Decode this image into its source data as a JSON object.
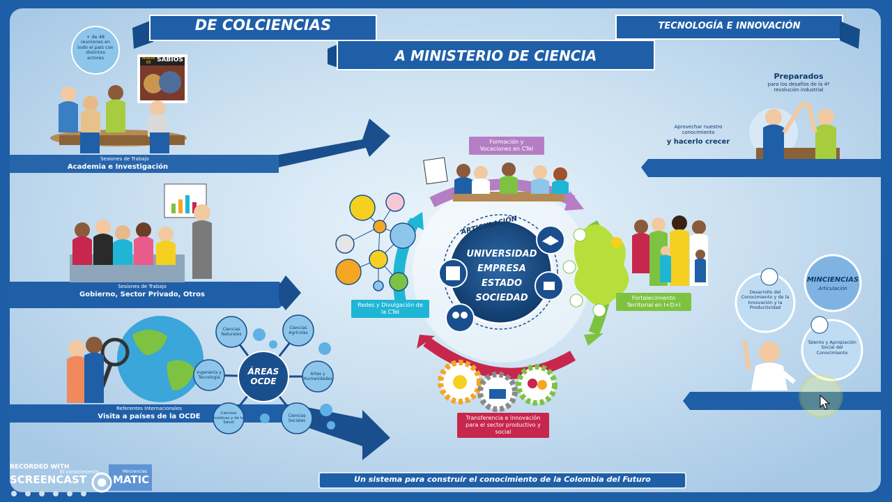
{
  "banners": {
    "top_left": "DE COLCIENCIAS",
    "top_center": "A MINISTERIO DE CIENCIA",
    "top_right": "TECNOLOGÍA E INNOVACIÓN"
  },
  "left_panels": {
    "meetings_bubble": "+ de 48 reuniones en todo el país con distintos actores",
    "book_title": "SABIOS",
    "book_pre": "MISIÓN DE",
    "panel1_sub": "Sesiones de Trabajo",
    "panel1_title": "Academia e Investigación",
    "panel2_sub": "Sesiones de Trabajo",
    "panel2_title": "Gobierno, Sector Privado, Otros",
    "panel3_sub": "Referentes Internacionales",
    "panel3_title": "Visita a países de la OCDE"
  },
  "areas": {
    "center": "ÁREAS OCDE",
    "items": [
      "Ciencias Naturales",
      "Ciencias Agrícolas",
      "Ingeniería y Tecnología",
      "Artes y Humanidades",
      "Ciencias médicas y de la Salud",
      "Ciencias Sociales"
    ]
  },
  "center": {
    "arc_label": "ARTICULACIÓN",
    "lines": [
      "UNIVERSIDAD",
      "EMPRESA",
      "ESTADO",
      "SOCIEDAD"
    ],
    "formacion": "Formación y Vocaciones en CTeI",
    "redes": "Redes y Divulgación de la CTeI",
    "fortalecimiento": "Fortalecimiento Territorial en I+D+I",
    "transferencia": "Transferencia e innovación para el sector productivo y social"
  },
  "right": {
    "preparados_title": "Preparados",
    "preparados_text": "para los desafíos de la 4ª revolución industrial",
    "aprovechar": "Aprovechar nuestro conocimiento",
    "hacerlo": "y hacerlo crecer",
    "minciencias": "MINCIENCIAS",
    "articulacion": "Articulación",
    "desarrollo": "Desarrollo del Conocimiento y de la Innovación y la Productividad",
    "talento": "Talento y Apropiación Social del Conocimiento"
  },
  "footer": {
    "tagline": "Un sistema para construir el conocimiento de la Colombia del Futuro",
    "recorded": "RECORDED WITH",
    "brand_a": "SCREENCAST",
    "brand_b": "MATIC",
    "thumb1": "El conocimiento",
    "thumb2": "Minciencias"
  },
  "colors": {
    "frame": "#1d5ea6",
    "banner": "#1f5fa8",
    "navy": "#103a6b",
    "purple": "#b57ec4",
    "cyan": "#1fb6d6",
    "green": "#7ec242",
    "crimson": "#c7264d",
    "panel_bg": "#cfe3f2"
  }
}
